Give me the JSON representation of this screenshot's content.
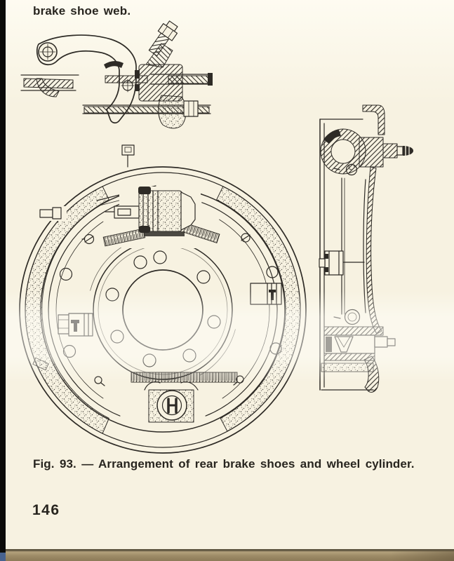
{
  "page": {
    "top_text": "brake shoe web.",
    "caption": "Fig. 93. — Arrangement of rear brake shoes and wheel cylinder.",
    "page_number": "146"
  },
  "figure": {
    "views": {
      "detail": "wheel-cylinder-and-handbrake-lever-cross-section",
      "front": "brake-drum-backplate-front-view",
      "side": "brake-backplate-side-section"
    }
  },
  "colors": {
    "paper": "#f7f2e1",
    "ink": "#2e2b26",
    "scan_edge_bar": "#0b0b09",
    "page_edge_band": "#a3916c"
  }
}
